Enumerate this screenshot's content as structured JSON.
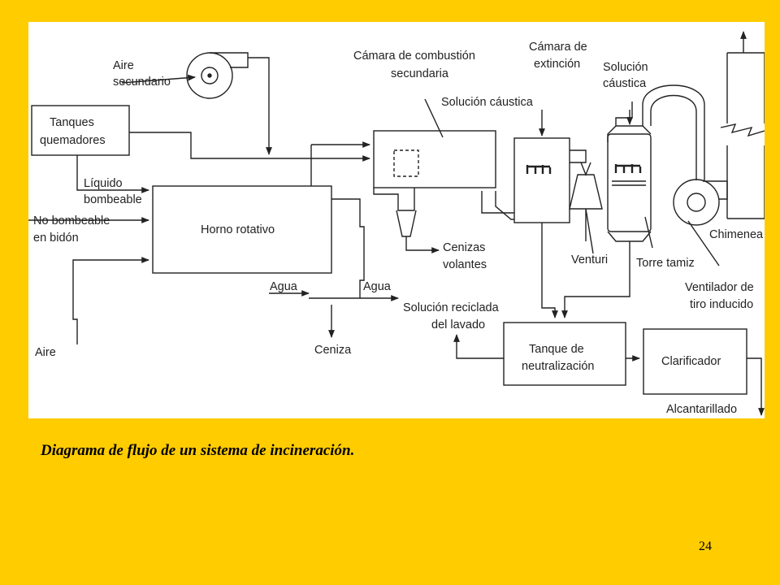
{
  "diagram": {
    "labels": {
      "aire_secundario_1": "Aire",
      "aire_secundario_2": "secundario",
      "tanques_1": "Tanques",
      "tanques_2": "quemadores",
      "liquido_1": "Líquido",
      "liquido_2": "bombeable",
      "no_bombeable_1": "No bombeable",
      "no_bombeable_2": "en bidón",
      "aire": "Aire",
      "horno": "Horno rotativo",
      "agua_1": "Agua",
      "agua_2": "Agua",
      "ceniza": "Ceniza",
      "camara_comb_1": "Cámara de combustión",
      "camara_comb_2": "secundaria",
      "solucion_caustica_1": "Solución cáustica",
      "camara_ext_1": "Cámara de",
      "camara_ext_2": "extinción",
      "solucion_caustica_2a": "Solución",
      "solucion_caustica_2b": "cáustica",
      "cenizas_1": "Cenizas",
      "cenizas_2": "volantes",
      "venturi": "Venturi",
      "torre_tamiz": "Torre tamiz",
      "chimenea": "Chimenea",
      "ventilador_1": "Ventilador de",
      "ventilador_2": "tiro inducido",
      "solucion_reciclada_1": "Solución reciclada",
      "solucion_reciclada_2": "del lavado",
      "tanque_neut_1": "Tanque de",
      "tanque_neut_2": "neutralización",
      "clarificador": "Clarificador",
      "alcantarillado": "Alcantarillado"
    }
  },
  "caption": "Diagrama de flujo de un sistema de incineración.",
  "page_number": "24",
  "colors": {
    "background": "#FFCC00",
    "panel": "#FFFFFF",
    "line": "#222222"
  }
}
